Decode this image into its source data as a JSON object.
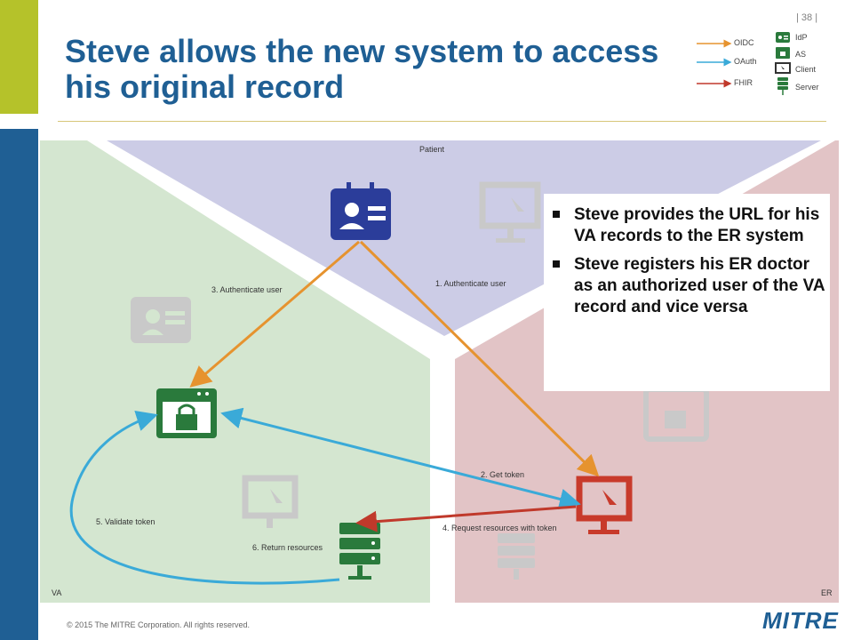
{
  "slide": {
    "page_number": "| 38 |",
    "title": "Steve allows the new system to access his original record",
    "footer": "© 2015 The MITRE Corporation. All rights reserved.",
    "logo": "MITRE"
  },
  "legend": {
    "arrows": [
      {
        "label": "OIDC",
        "color": "#e6932f"
      },
      {
        "label": "OAuth",
        "color": "#3aaad8"
      },
      {
        "label": "FHIR",
        "color": "#c0392b"
      }
    ],
    "icons": [
      {
        "label": "IdP",
        "icon": "id-card-icon"
      },
      {
        "label": "AS",
        "icon": "lock-icon"
      },
      {
        "label": "Client",
        "icon": "monitor-icon"
      },
      {
        "label": "Server",
        "icon": "server-icon"
      }
    ]
  },
  "regions": {
    "patient": "Patient",
    "va": "VA",
    "er": "ER"
  },
  "colors": {
    "patient_region": "#cccce6",
    "va_region": "#d4e6d0",
    "er_region": "#e2c4c6",
    "oidc": "#e6932f",
    "oauth": "#3aaad8",
    "fhir": "#c0392b",
    "idp_blue": "#2b3d9a",
    "va_green": "#2a7a3c",
    "er_red": "#c83a2b",
    "faded": "#c9c9c9"
  },
  "steps": {
    "s1": "1. Authenticate user",
    "s2": "2. Get token",
    "s3": "3. Authenticate user",
    "s4": "4. Request resources with token",
    "s5": "5. Validate token",
    "s6": "6. Return resources"
  },
  "bullets": [
    "Steve provides the URL for his VA records to the ER system",
    "Steve registers his ER doctor as an authorized user of the VA record and vice versa"
  ]
}
